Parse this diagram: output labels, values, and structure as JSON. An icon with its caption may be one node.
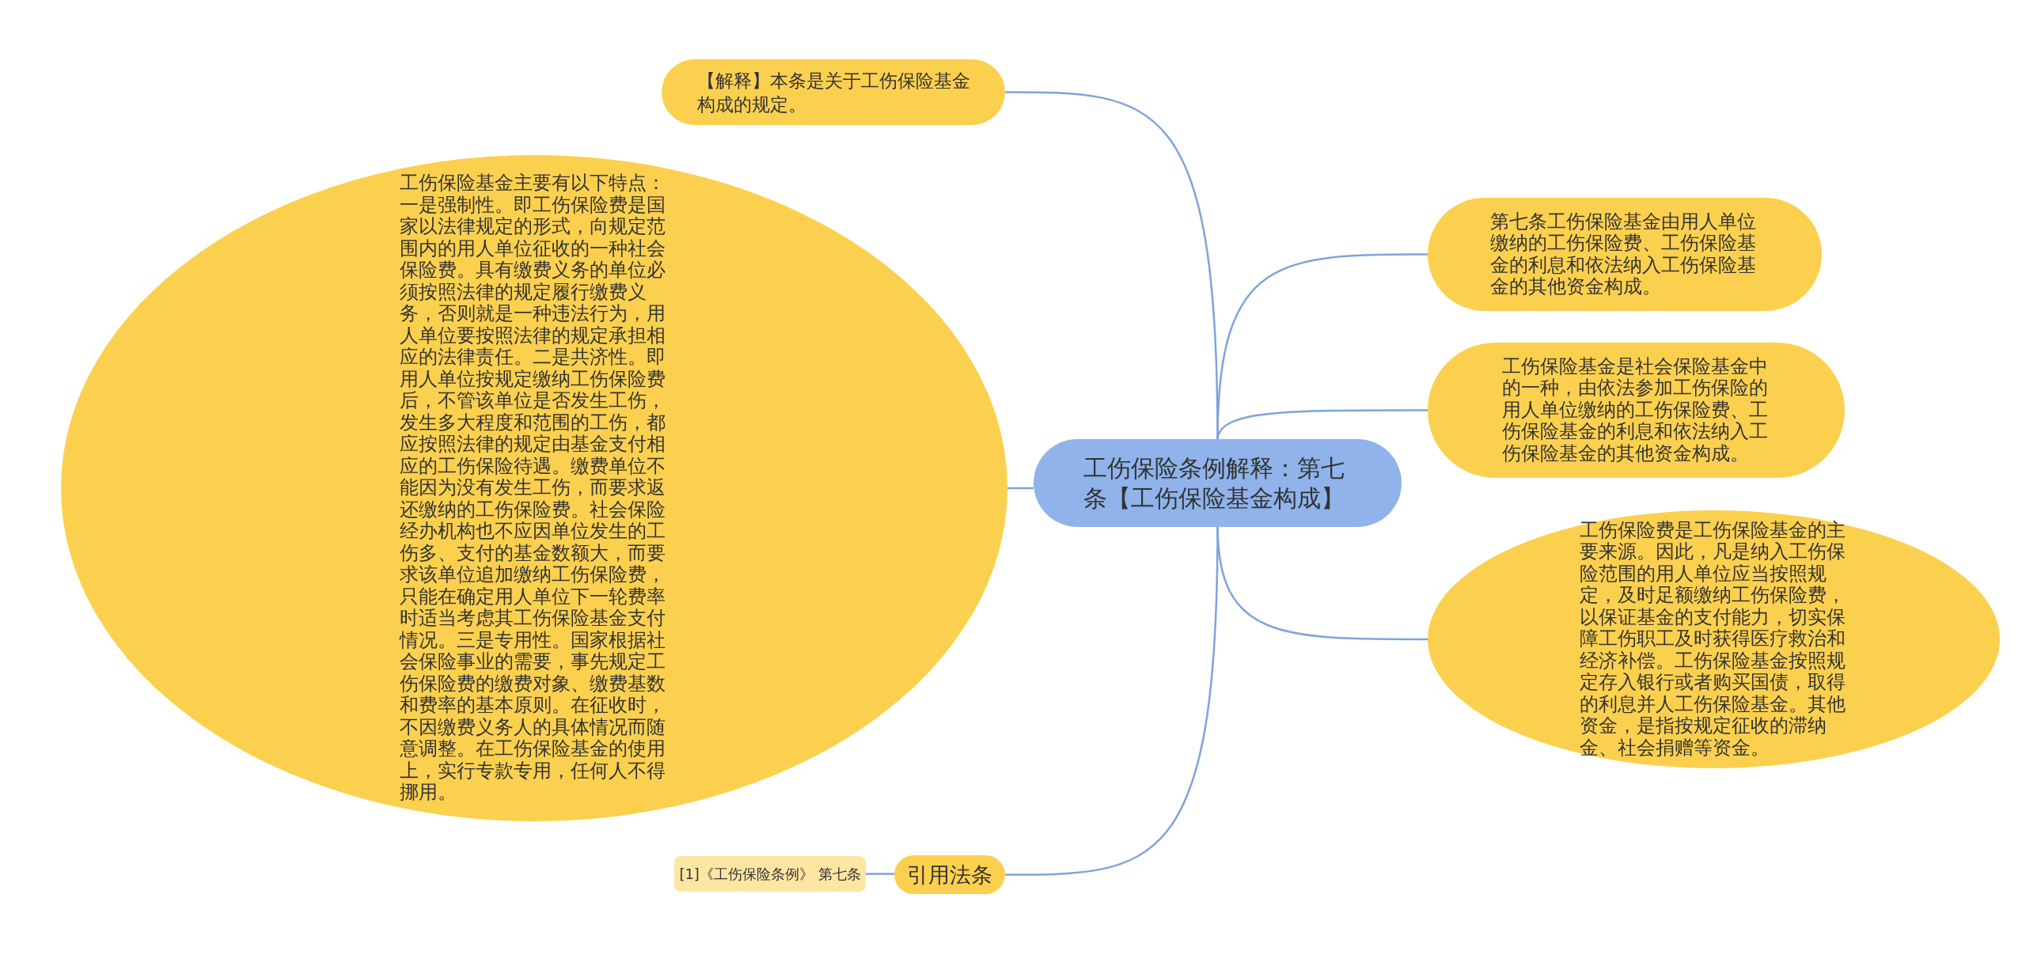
{
  "diagram": {
    "nodes": [
      {
        "text": [
          "工伤保险条例解释：第七条【工伤保险基金构成】"
        ]
      },
      {
        "text": [
          "【解释】本条是关于工伤保险基金构成的规定。"
        ]
      },
      {
        "text": [
          "工伤保险基金主要有以下特点：一是强制性。即工伤保险费是国家以法律规定的形式，向规定范围内的用人单位征收的一种社会保险费。具有缴费义务的单位必须按照法律的规定履行缴费义务，否则就是一种违法行为，用人单位要按照法律的规定承担相应的法律责任。二是共济性。即用人单位按规定缴纳工伤保险费后，不管该单位是否发生工伤，发生多大程度和范围的工伤，都应按照法律的规定由基金支付相应的工伤保险待遇。缴费单位不能因为没有发生工伤，而要求返还缴纳的工伤保险费。社会保险经办机构也不应因单位发生的工伤多、支付的基金数额大，而要求该单位追加缴纳工伤保险费，只能在确定用人单位下一轮费率时适当考虑其工伤保险基金支付情况。三是专用性。国家根据社会保险事业的需要，事先规定工伤保险费的缴费对象、缴费基数和费率的基本原则。在征收时，不因缴费义务人的具体情况而随意调整。在工伤保险基金的使用上，实行专款专用，任何人不得挪用。"
        ]
      },
      {
        "text": [
          "第七条工伤保险基金由用人单位缴纳的工伤保险费、工伤保险基金的利息和依法纳入工伤保险基金的其他资金构成。"
        ]
      },
      {
        "text": [
          "工伤保险基金是社会保险基金中的一种，由依法参加工伤保险的用人单位缴纳的工伤保险费、工伤保险基金的利息和依法纳入工伤保险基金的其他资金构成。"
        ]
      },
      {
        "text": [
          "工伤保险费是工伤保险基金的主要来源。因此，凡是纳入工伤保险范围的用人单位应当按照规定，及时足额缴纳工伤保险费，以保证基金的支付能力，切实保障工伤职工及时获得医疗救治和经济补偿。工伤保险基金按照规定存入银行或者购买国债，取得的利息并人工伤保险基金。其他资金，是指按规定征收的滞纳金、社会捐赠等资金。"
        ]
      },
      {
        "text": [
          "引用法条"
        ]
      },
      {
        "text": [
          "[1]《工伤保险条例》 第七条"
        ]
      }
    ],
    "edges": [
      {
        "from": 0,
        "to": 1,
        "arrow": "none"
      },
      {
        "from": 0,
        "to": 2,
        "arrow": "none"
      },
      {
        "from": 0,
        "to": 3,
        "arrow": "none"
      },
      {
        "from": 0,
        "to": 4,
        "arrow": "none"
      },
      {
        "from": 0,
        "to": 5,
        "arrow": "none"
      },
      {
        "from": 0,
        "to": 6,
        "arrow": "none"
      },
      {
        "from": 6,
        "to": 7,
        "arrow": "none"
      }
    ]
  }
}
